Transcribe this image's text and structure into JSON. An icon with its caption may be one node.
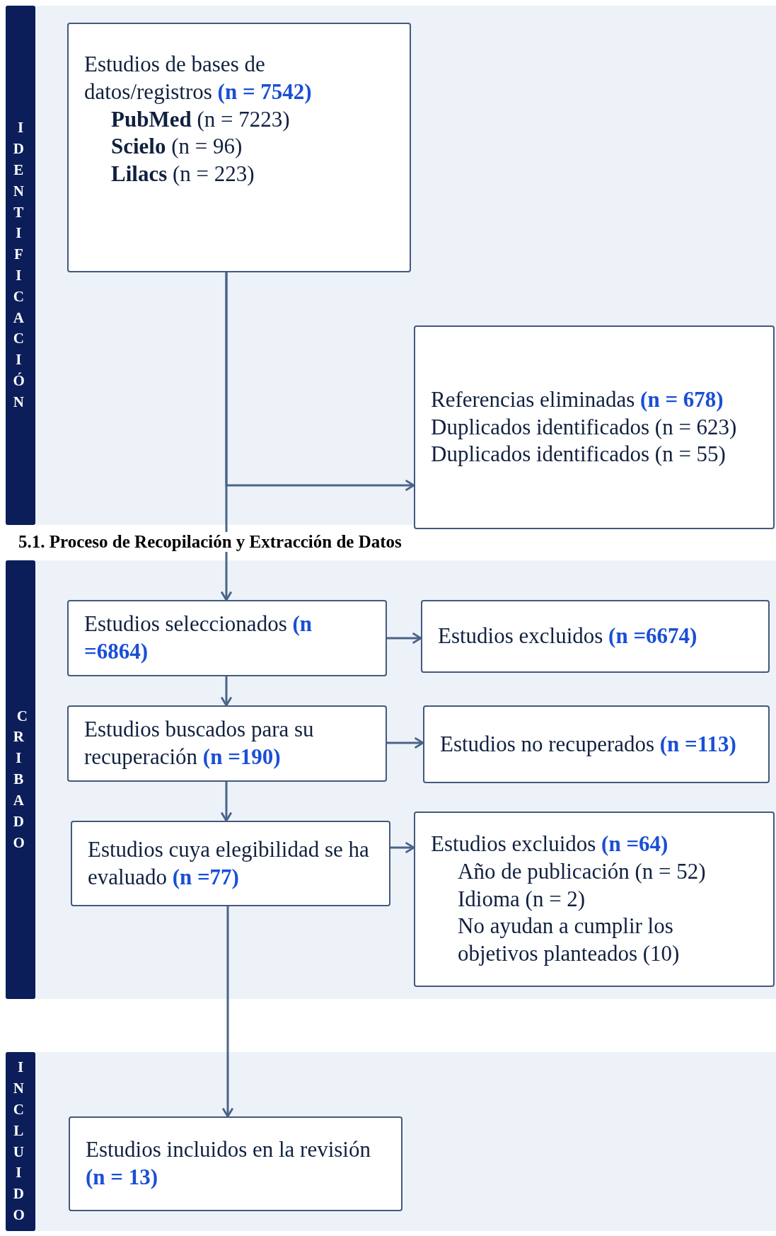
{
  "diagram": {
    "nodes": [
      {
        "text": [
          "IDENTIFICACIÓN"
        ]
      },
      {
        "text": [
          "Estudios de bases de datos/registros **(n = 7542)**",
          "**PubMed** (n = 7223)",
          "**Scielo** (n = 96)",
          "**Lilacs** (n = 223)"
        ]
      },
      {
        "text": [
          "Referencias eliminadas **(n = 678)**",
          "Duplicados identificados (n = 623)",
          "Duplicados identificados (n = 55)"
        ]
      },
      {
        "text": [
          "CRIBADO"
        ]
      },
      {
        "text": [
          "Estudios seleccionados **(n =6864)**"
        ]
      },
      {
        "text": [
          "Estudios excluidos **(n =6674)**"
        ]
      },
      {
        "text": [
          "Estudios buscados para su recuperación **(n =190)**"
        ]
      },
      {
        "text": [
          "Estudios no recuperados **(n =113)**"
        ]
      },
      {
        "text": [
          "Estudios cuya elegibilidad se ha evaluado **(n =77)**"
        ]
      },
      {
        "text": [
          "Estudios excluidos **(n =64)**",
          "Año de publicación (n = 52)",
          "Idioma (n = 2)",
          "No ayudan a cumplir los objetivos planteados (10)"
        ]
      },
      {
        "text": [
          "INCLUIDO"
        ]
      },
      {
        "text": [
          "Estudios incluidos en la revisión **(n = 13)**"
        ]
      }
    ],
    "edges": [
      {
        "from": 1,
        "to": 4,
        "arrow": "to"
      },
      {
        "from": 1,
        "to": 2,
        "arrow": "to"
      },
      {
        "from": 4,
        "to": 5,
        "arrow": "to"
      },
      {
        "from": 4,
        "to": 6,
        "arrow": "to"
      },
      {
        "from": 6,
        "to": 7,
        "arrow": "to"
      },
      {
        "from": 6,
        "to": 8,
        "arrow": "to"
      },
      {
        "from": 8,
        "to": 9,
        "arrow": "to"
      },
      {
        "from": 8,
        "to": 11,
        "arrow": "to"
      }
    ],
    "labels": [
      "5.1. Proceso de Recopilación y Extracción de Datos"
    ]
  }
}
